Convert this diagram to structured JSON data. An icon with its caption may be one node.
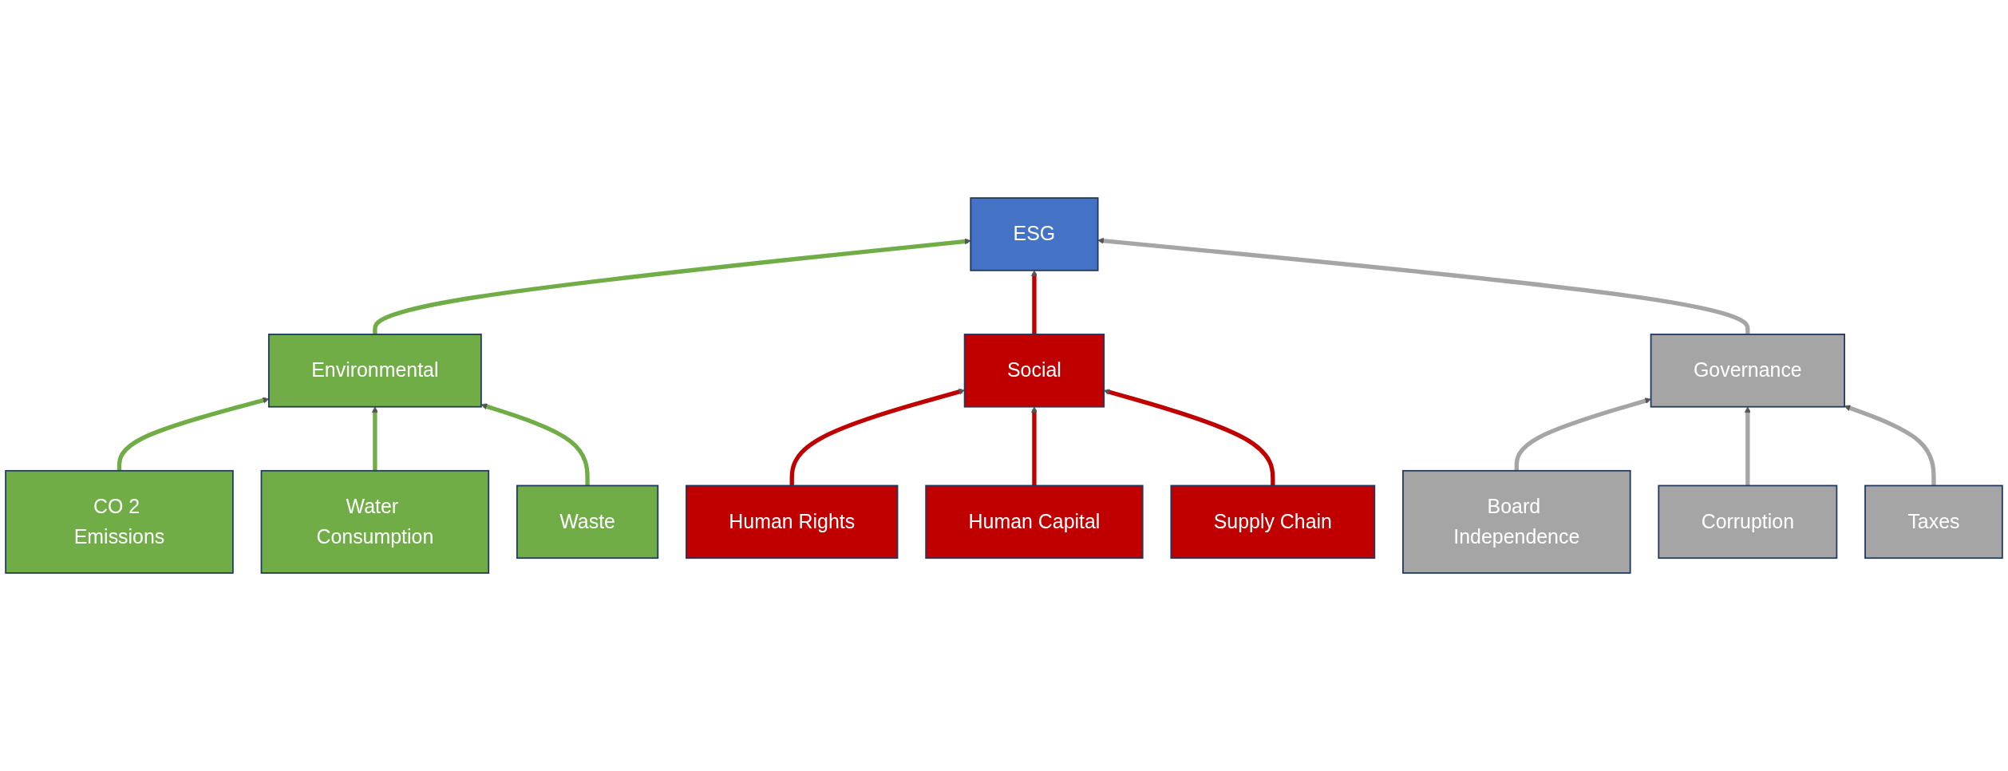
{
  "diagram": {
    "nodes": [
      {
        "text": [
          "ESG"
        ]
      },
      {
        "text": [
          "Environmental"
        ]
      },
      {
        "text": [
          "Social"
        ]
      },
      {
        "text": [
          "Governance"
        ]
      },
      {
        "text": [
          "CO 2 Emissions"
        ]
      },
      {
        "text": [
          "Water Consumption"
        ]
      },
      {
        "text": [
          "Waste"
        ]
      },
      {
        "text": [
          "Human Rights"
        ]
      },
      {
        "text": [
          "Human Capital"
        ]
      },
      {
        "text": [
          "Supply Chain"
        ]
      },
      {
        "text": [
          "Board Independence"
        ]
      },
      {
        "text": [
          "Corruption"
        ]
      },
      {
        "text": [
          "Taxes"
        ]
      }
    ],
    "edges": [
      {
        "from": 1,
        "to": 0,
        "arrow": "to",
        "color": "#70ad47"
      },
      {
        "from": 2,
        "to": 0,
        "arrow": "to",
        "color": "#c00000"
      },
      {
        "from": 3,
        "to": 0,
        "arrow": "to",
        "color": "#a5a5a5"
      },
      {
        "from": 4,
        "to": 1,
        "arrow": "to",
        "color": "#70ad47"
      },
      {
        "from": 5,
        "to": 1,
        "arrow": "to",
        "color": "#70ad47"
      },
      {
        "from": 6,
        "to": 1,
        "arrow": "to",
        "color": "#70ad47"
      },
      {
        "from": 7,
        "to": 2,
        "arrow": "to",
        "color": "#c00000"
      },
      {
        "from": 8,
        "to": 2,
        "arrow": "to",
        "color": "#c00000"
      },
      {
        "from": 9,
        "to": 2,
        "arrow": "to",
        "color": "#c00000"
      },
      {
        "from": 10,
        "to": 3,
        "arrow": "to",
        "color": "#a5a5a5"
      },
      {
        "from": 11,
        "to": 3,
        "arrow": "to",
        "color": "#a5a5a5"
      },
      {
        "from": 12,
        "to": 3,
        "arrow": "to",
        "color": "#a5a5a5"
      }
    ]
  }
}
